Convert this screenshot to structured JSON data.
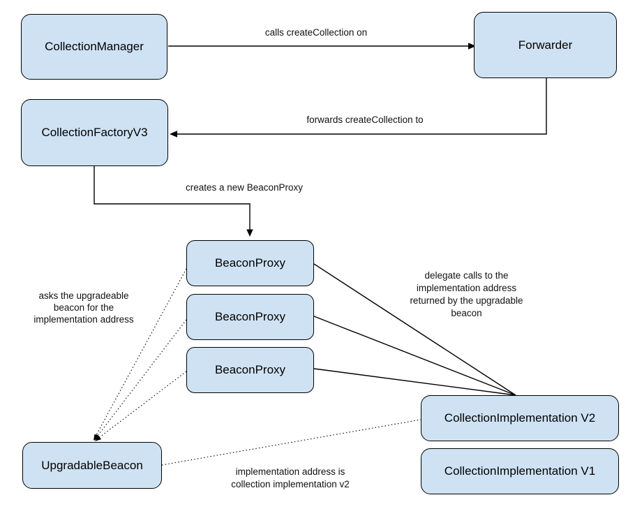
{
  "nodes": {
    "collection_manager": {
      "label": "CollectionManager"
    },
    "forwarder": {
      "label": "Forwarder"
    },
    "collection_factory_v3": {
      "label": "CollectionFactoryV3"
    },
    "beacon_proxy_1": {
      "label": "BeaconProxy"
    },
    "beacon_proxy_2": {
      "label": "BeaconProxy"
    },
    "beacon_proxy_3": {
      "label": "BeaconProxy"
    },
    "upgradable_beacon": {
      "label": "UpgradableBeacon"
    },
    "collection_implementation_v2": {
      "label": "CollectionImplementation V2"
    },
    "collection_implementation_v1": {
      "label": "CollectionImplementation V1"
    }
  },
  "edges": {
    "calls": {
      "label": "calls createCollection on",
      "style": "solid-arrow"
    },
    "forwards": {
      "label": "forwards createCollection to",
      "style": "solid-arrow"
    },
    "creates": {
      "label": "creates a new BeaconProxy",
      "style": "solid-arrow"
    },
    "asks": {
      "label": "asks the upgradeable\nbeacon for the\nimplementation address",
      "style": "dotted-arrow"
    },
    "delegate": {
      "label": "delegate calls to the\nimplementation address\nreturned by the upgradable\nbeacon",
      "style": "solid"
    },
    "implementation": {
      "label": "implementation address is\ncollection implementation v2",
      "style": "dotted"
    }
  },
  "colors": {
    "node_fill": "#cfe2f3",
    "node_border": "#000000",
    "connector": "#000000",
    "background": "#ffffff"
  }
}
